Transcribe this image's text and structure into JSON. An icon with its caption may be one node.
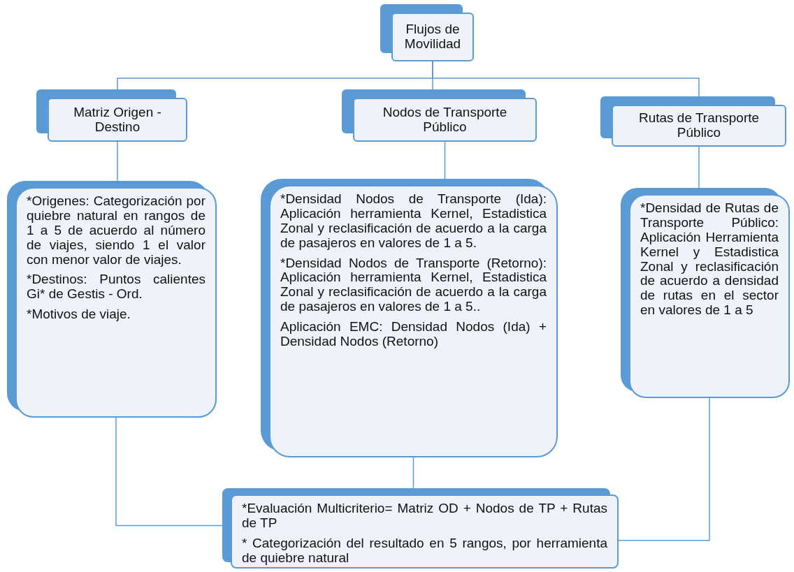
{
  "diagram": {
    "nodes": [
      {
        "text": [
          "Flujos de Movilidad"
        ]
      },
      {
        "text": [
          "Matriz Origen - Destino"
        ]
      },
      {
        "text": [
          "Nodos de Transporte Público"
        ]
      },
      {
        "text": [
          "Rutas de Transporte Público"
        ]
      },
      {
        "text": [
          "*Origenes: Categorización por quiebre natural en rangos de 1 a 5 de acuerdo al número de viajes, siendo 1 el valor con menor valor de viajes.",
          "*Destinos: Puntos calientes Gi* de Gestis - Ord.",
          "*Motivos de viaje."
        ]
      },
      {
        "text": [
          "*Densidad Nodos de Transporte (Ida): Aplicación herramienta Kernel, Estadistica Zonal y reclasificación de acuerdo a la carga de pasajeros en valores de 1 a 5.",
          "*Densidad Nodos de Transporte (Retorno): Aplicación herramienta Kernel, Estadistica Zonal y reclasificación de acuerdo a la carga de pasajeros en valores de 1 a 5..",
          "Aplicación EMC: Densidad Nodos (Ida) + Densidad Nodos (Retorno)"
        ]
      },
      {
        "text": [
          "*Densidad de Rutas de Transporte Público: Aplicación Herramienta Kernel y Estadistica Zonal y reclasificación de acuerdo a densidad de rutas en el sector en valores de 1 a 5"
        ]
      },
      {
        "text": [
          "*Evaluación Multicriterio= Matriz OD + Nodos de TP + Rutas de TP",
          "* Categorización del resultado en 5 rangos, por herramienta de quiebre natural"
        ]
      }
    ],
    "edges": [
      {
        "from": 0,
        "to": 1,
        "arrow": "none"
      },
      {
        "from": 0,
        "to": 2,
        "arrow": "none"
      },
      {
        "from": 0,
        "to": 3,
        "arrow": "none"
      },
      {
        "from": 1,
        "to": 4,
        "arrow": "none"
      },
      {
        "from": 2,
        "to": 5,
        "arrow": "none"
      },
      {
        "from": 3,
        "to": 6,
        "arrow": "none"
      },
      {
        "from": 4,
        "to": 7,
        "arrow": "none"
      },
      {
        "from": 5,
        "to": 7,
        "arrow": "none"
      },
      {
        "from": 6,
        "to": 7,
        "arrow": "none"
      }
    ]
  }
}
